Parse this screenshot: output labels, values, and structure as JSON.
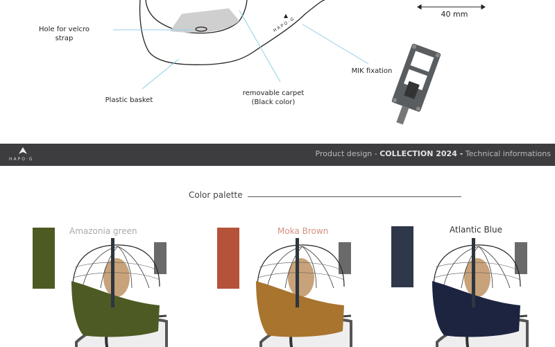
{
  "diagram": {
    "labels": {
      "velcro_line1": "Hole for velcro",
      "velcro_line2": "strap",
      "plastic_basket": "Plastic basket",
      "carpet_line1": "removable carpet",
      "carpet_line2": "(Black color)",
      "mik": "MIK fixation",
      "dimension": "40 mm"
    },
    "basket_brand": "HAPO·G"
  },
  "header_bar": {
    "brand": "HAPO·G",
    "text_prefix": "Product design - ",
    "text_bold": "COLLECTION 2024 -",
    "text_suffix": " Technical informations"
  },
  "palette": {
    "title": "Color palette",
    "colors": [
      {
        "name": "Amazonia green",
        "swatch": "#4d5a22",
        "label_color": "#a9a9a9",
        "basket": "#4e5a24"
      },
      {
        "name": "Moka Brown",
        "swatch": "#b5523a",
        "label_color": "#d4907f",
        "basket": "#a8742e"
      },
      {
        "name": "Atlantic Blue",
        "swatch": "#2f3849",
        "label_color": "#333333",
        "basket": "#1c2440"
      }
    ]
  }
}
